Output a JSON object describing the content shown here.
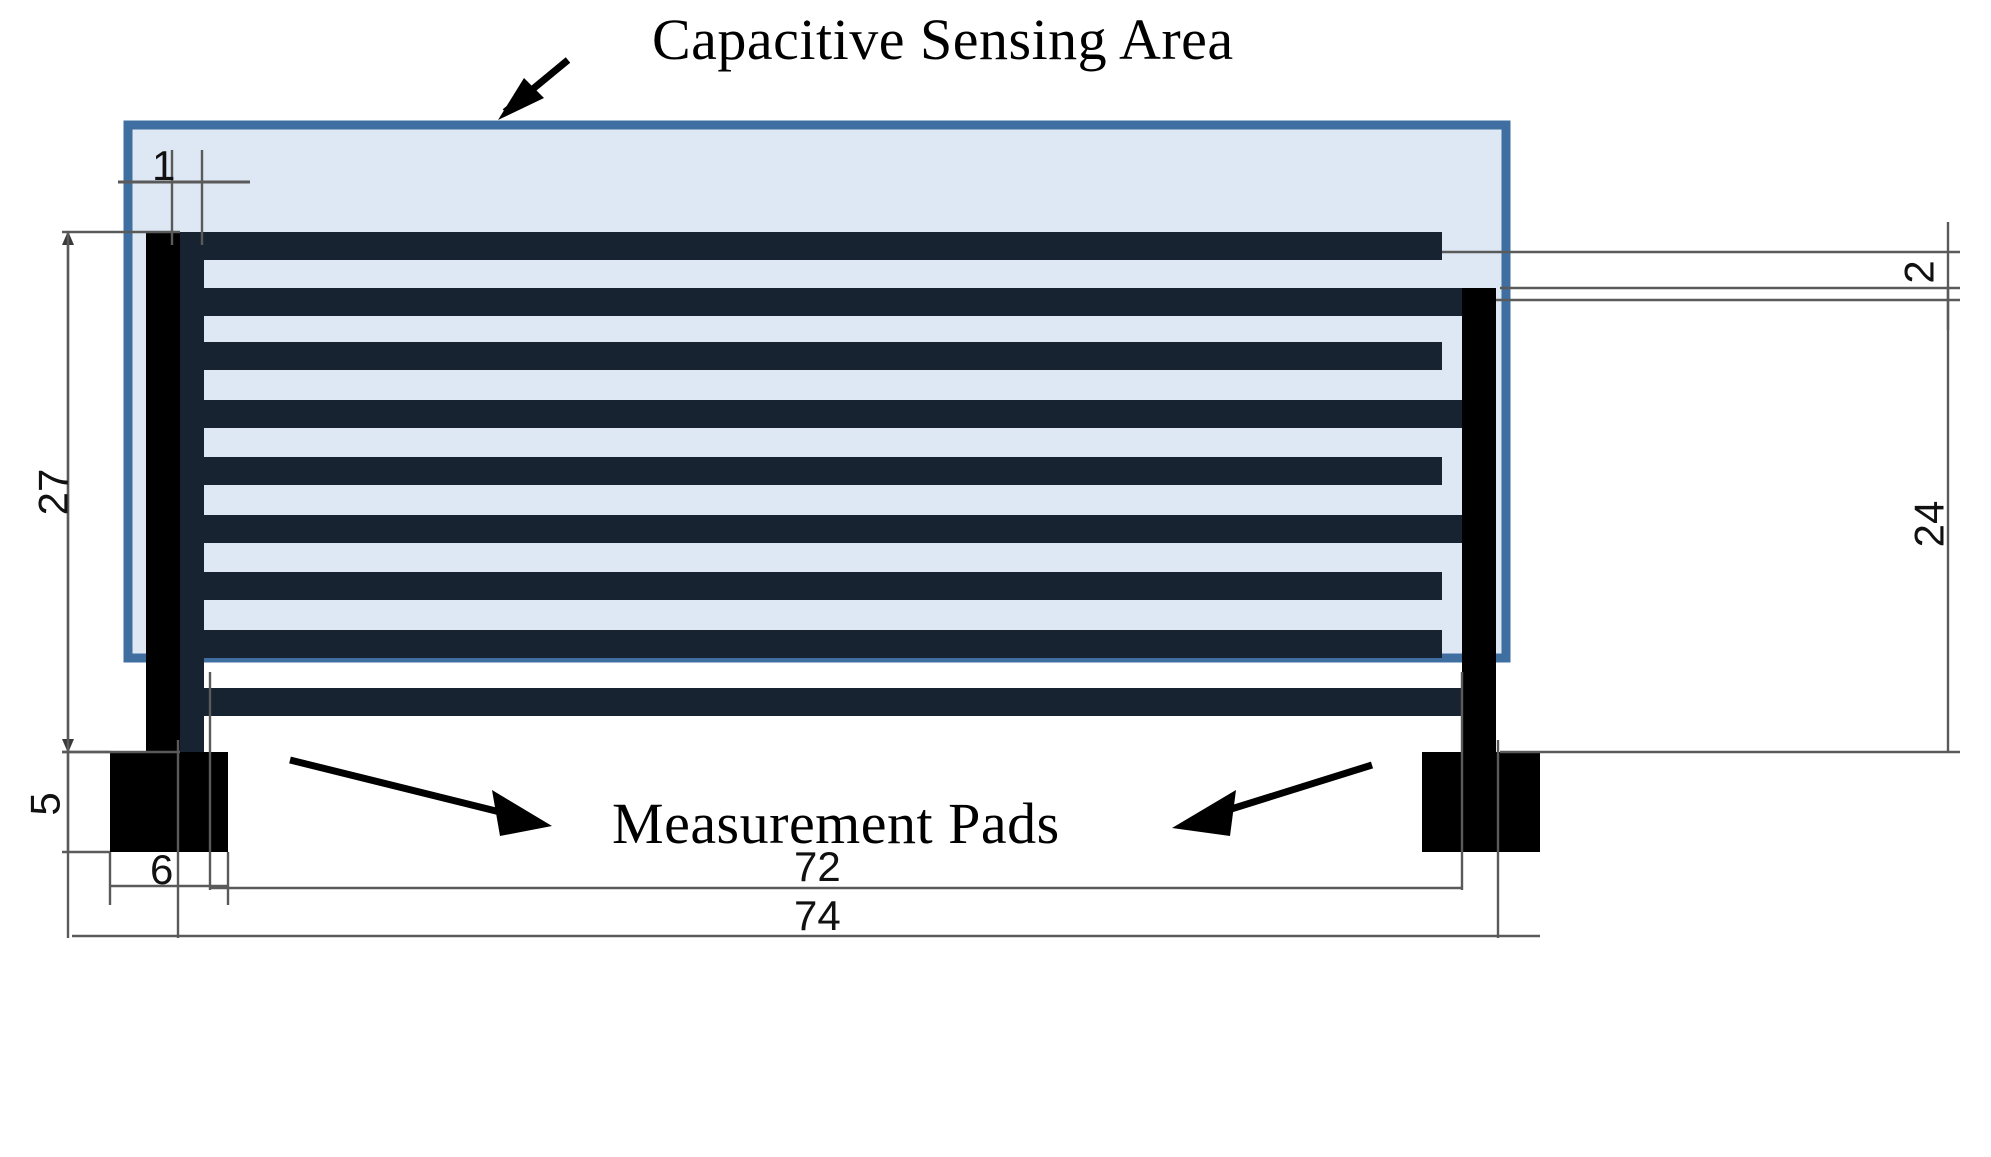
{
  "figure": {
    "type": "engineering-drawing",
    "subject": "Interdigitated capacitive sensor electrode layout",
    "units_note": "mm"
  },
  "annotations": {
    "capacitive_sensing_area": "Capacitive Sensing Area",
    "measurement_pads": "Measurement Pads"
  },
  "dimensions": {
    "finger_width": "1",
    "gap_right": "2",
    "overall_height": "27",
    "inner_height": "24",
    "inner_length": "72",
    "overall_length": "74",
    "pad_height": "5",
    "pad_width": "6"
  },
  "colors": {
    "sensing_area_border": "#3f6fa0",
    "sensing_area_fill": "#dde8f4",
    "electrode": "#172330",
    "pad": "#000000",
    "dimension_line": "#5a5a5a",
    "background": "#ffffff"
  },
  "chart_data": {
    "type": "diagram",
    "title": "Capacitive Sensing Area",
    "labels": [
      "Capacitive Sensing Area",
      "Measurement Pads"
    ],
    "dimension_callouts": [
      {
        "value": "1",
        "meaning": "electrode finger width"
      },
      {
        "value": "2",
        "meaning": "edge clearance right"
      },
      {
        "value": "27",
        "meaning": "overall device height"
      },
      {
        "value": "24",
        "meaning": "active electrode height"
      },
      {
        "value": "72",
        "meaning": "inner electrode length"
      },
      {
        "value": "74",
        "meaning": "overall electrode length"
      },
      {
        "value": "5",
        "meaning": "measurement pad height"
      },
      {
        "value": "6",
        "meaning": "measurement pad width"
      }
    ],
    "electrode_fingers": 10,
    "grid": false,
    "legend": "none"
  }
}
